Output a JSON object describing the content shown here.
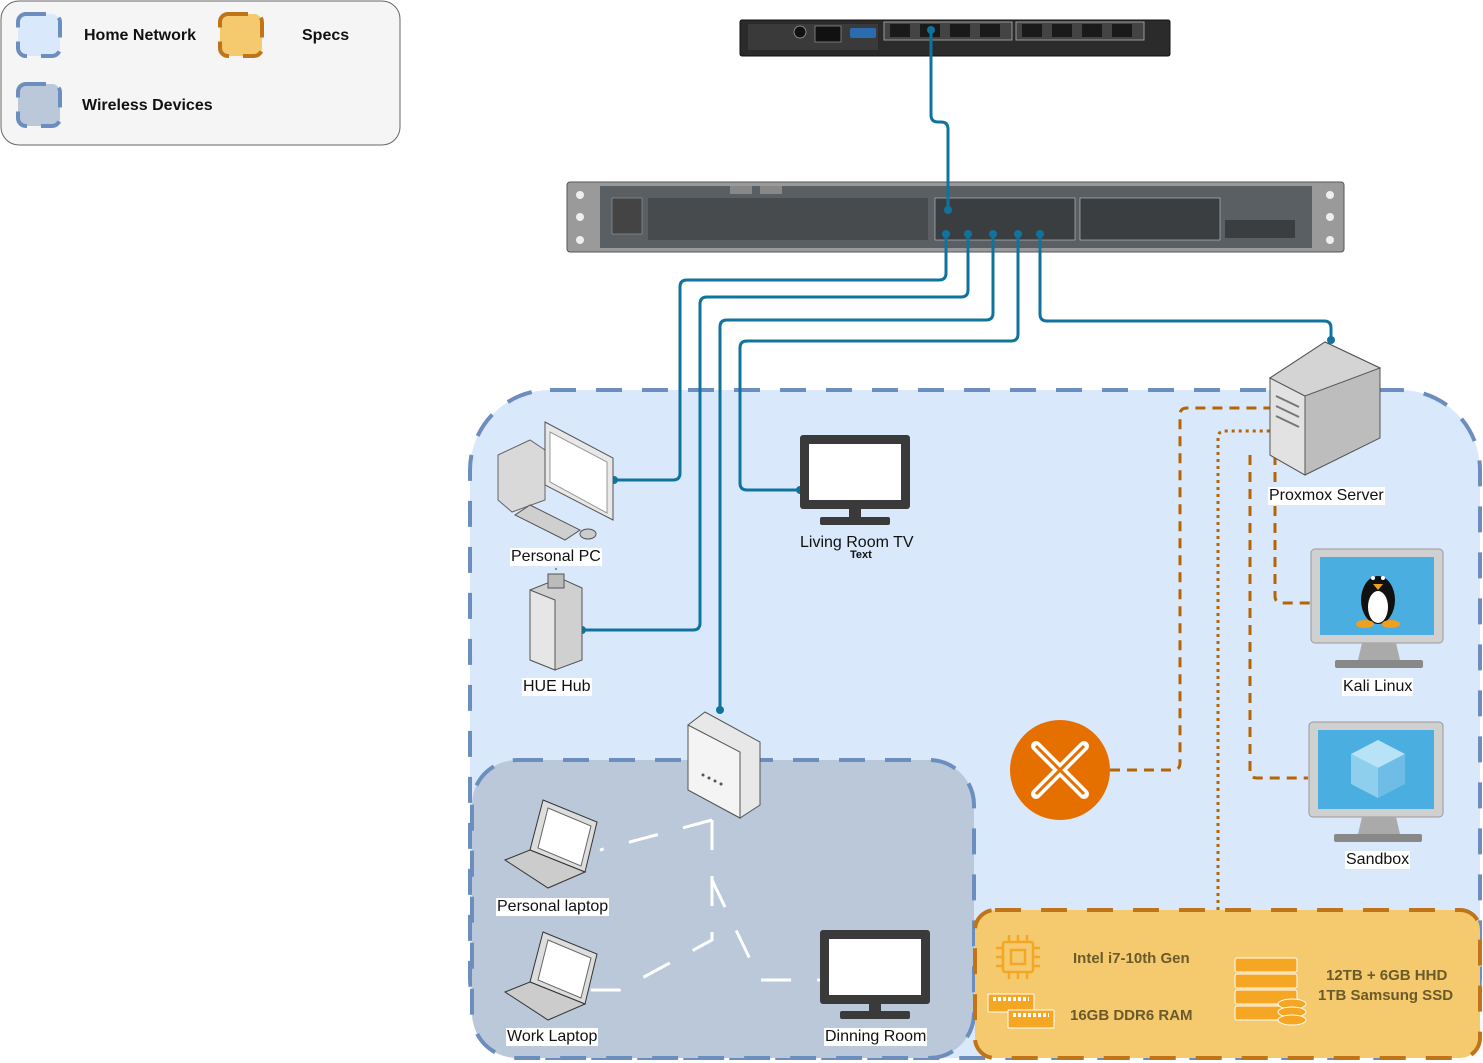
{
  "legend": {
    "items": [
      {
        "label": "Home Network",
        "color": "#dae8fc",
        "stroke": "#6c8ebf"
      },
      {
        "label": "Specs",
        "color": "#f5ca6f",
        "stroke": "#c0741a"
      },
      {
        "label": "Wireless Devices",
        "color": "#bac8d9",
        "stroke": "#6c8ebf"
      }
    ]
  },
  "devices": {
    "personal_pc": "Personal PC",
    "hue_hub": "HUE Hub",
    "living_room_tv": "Living Room TV",
    "living_room_tv_sub": "Text",
    "proxmox_server": "Proxmox Server",
    "kali_linux": "Kali Linux",
    "sandbox": "Sandbox",
    "personal_laptop": "Personal laptop",
    "work_laptop": "Work Laptop",
    "dinning_room": "Dinning Room"
  },
  "specs": {
    "cpu": "Intel i7-10th Gen",
    "ram": "16GB DDR6 RAM",
    "storage_line1": "12TB + 6GB HHD",
    "storage_line2": "1TB Samsung SSD"
  },
  "colors": {
    "cable": "#10739e",
    "specs_link": "#b46504",
    "home_fill": "#dae8fc",
    "wireless_fill": "#bac8d9",
    "specs_fill": "#f5ca6f"
  }
}
